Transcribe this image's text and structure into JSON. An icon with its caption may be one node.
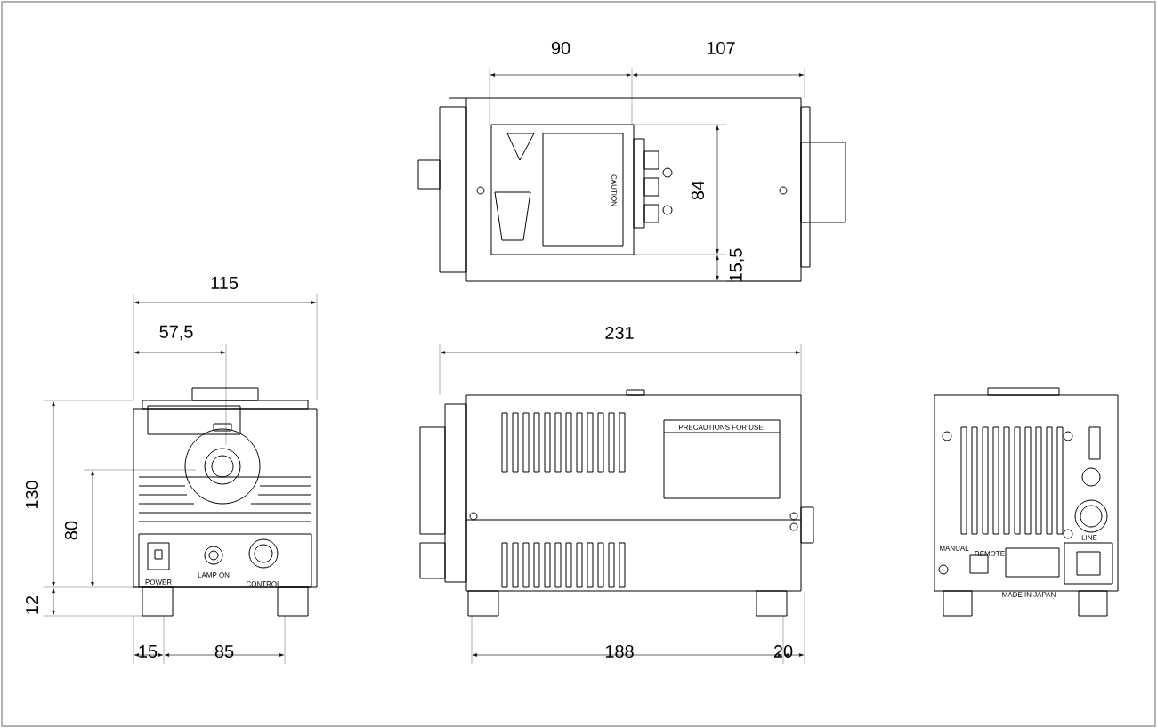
{
  "diagram": {
    "labels": [
      "90",
      "107",
      "84",
      "15,5",
      "CAUTION",
      "115",
      "57,5",
      "231",
      "PRECAUTIONS FOR USE",
      "130",
      "80",
      "12",
      "POWER",
      "LAMP ON",
      "CONTROL",
      "MANUAL",
      "REMOTE",
      "LINE",
      "MADE IN JAPAN",
      "15",
      "85",
      "188",
      "20"
    ]
  }
}
